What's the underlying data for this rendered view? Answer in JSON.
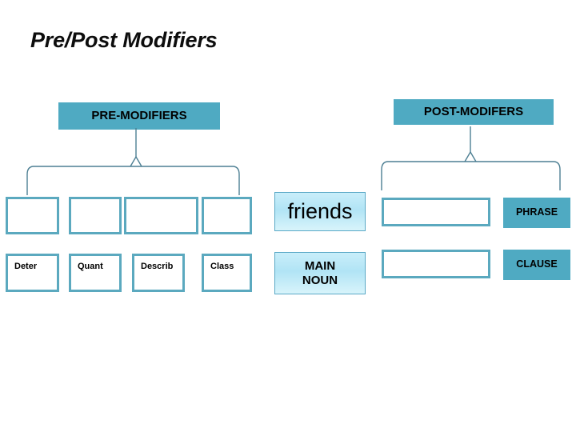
{
  "slide": {
    "title": "Pre/Post Modifiers",
    "background_color": "#ffffff"
  },
  "colors": {
    "teal_fill": "#4faac2",
    "box_border": "#5ba9bf",
    "noun_fill_light": "#c9eefa",
    "noun_border": "#5aa8c6",
    "text": "#000000",
    "connector_line": "#4d7f93"
  },
  "premodifiers": {
    "header": "PRE-MODIFIERS",
    "empty_slots": [
      "",
      "",
      "",
      ""
    ],
    "labels": [
      {
        "text": "Deter"
      },
      {
        "text": "Quant"
      },
      {
        "text": "Describ"
      },
      {
        "text": "Class"
      }
    ]
  },
  "headnoun": {
    "word": "friends",
    "role_line_1": "MAIN",
    "role_line_2": "NOUN",
    "role": "MAIN NOUN"
  },
  "postmodifiers": {
    "header": "POST-MODIFERS",
    "rows": [
      {
        "slot": "",
        "label": "PHRASE"
      },
      {
        "slot": "",
        "label": "CLAUSE"
      }
    ]
  }
}
